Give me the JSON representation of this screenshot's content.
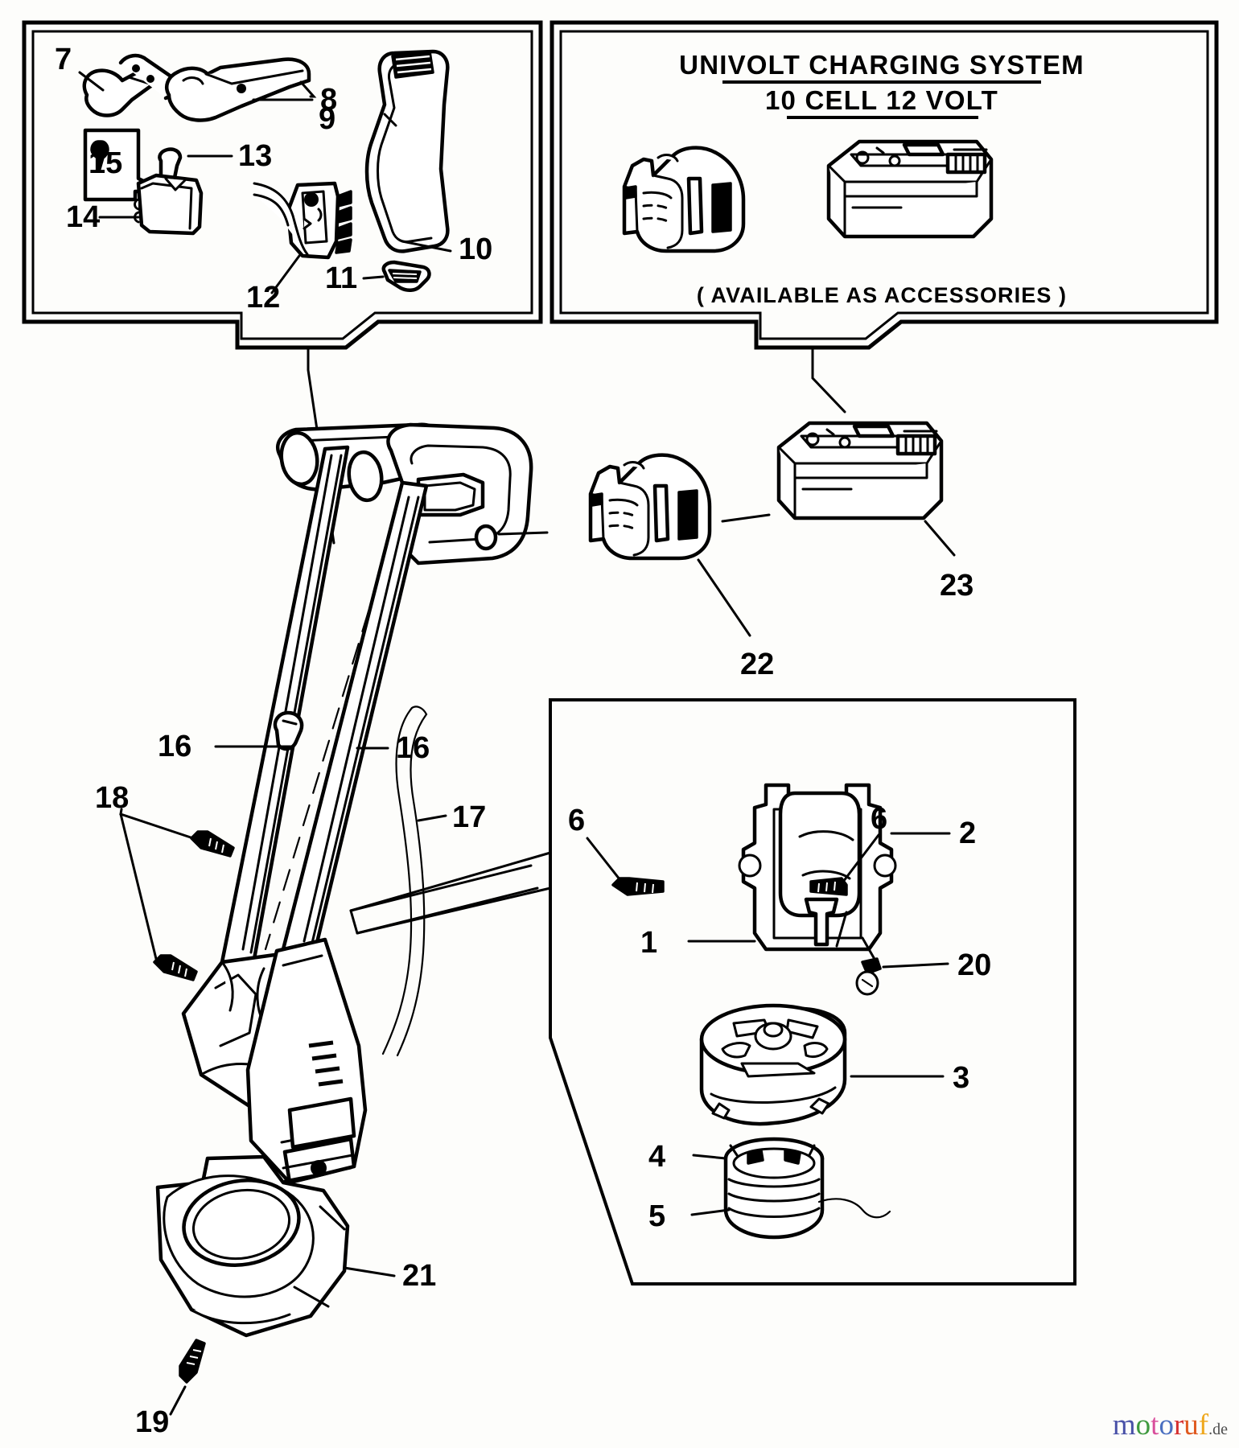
{
  "page": {
    "kind": "exploded-parts-diagram",
    "subject": "cordless string trimmer parts breakdown"
  },
  "top_left_box": {
    "name": "handle-and-switch-assembly-inset",
    "callouts": [
      "7",
      "8",
      "9",
      "10",
      "11",
      "12",
      "13",
      "14",
      "15"
    ]
  },
  "top_right_box": {
    "name": "univolt-charging-system-inset",
    "title_line1": "UNIVOLT CHARGING SYSTEM",
    "title_line2": "10 CELL  12 VOLT",
    "footer": "( AVAILABLE AS ACCESSORIES )"
  },
  "main_view": {
    "name": "trimmer-main-assembly",
    "callouts": [
      "16",
      "16",
      "17",
      "18",
      "19",
      "21",
      "22",
      "23"
    ]
  },
  "detail_box": {
    "name": "motor-and-spool-detail",
    "callouts": [
      "1",
      "2",
      "3",
      "4",
      "5",
      "6",
      "6",
      "20"
    ]
  },
  "callouts": {
    "n1": "1",
    "n2": "2",
    "n3": "3",
    "n4": "4",
    "n5": "5",
    "n6a": "6",
    "n6b": "6",
    "n7": "7",
    "n8": "8",
    "n9": "9",
    "n10": "10",
    "n11": "11",
    "n12": "12",
    "n13": "13",
    "n14": "14",
    "n15": "15",
    "n16a": "16",
    "n16b": "16",
    "n17": "17",
    "n18": "18",
    "n19": "19",
    "n20": "20",
    "n21": "21",
    "n22": "22",
    "n23": "23"
  },
  "watermark": {
    "letters": [
      {
        "ch": "m",
        "color": "#4a52a8"
      },
      {
        "ch": "o",
        "color": "#3f9a3f"
      },
      {
        "ch": "t",
        "color": "#d94f9c"
      },
      {
        "ch": "o",
        "color": "#4a6fc0"
      },
      {
        "ch": "r",
        "color": "#d63030"
      },
      {
        "ch": "u",
        "color": "#e05a20"
      },
      {
        "ch": "f",
        "color": "#efa81e"
      }
    ],
    "suffix": ".de"
  }
}
